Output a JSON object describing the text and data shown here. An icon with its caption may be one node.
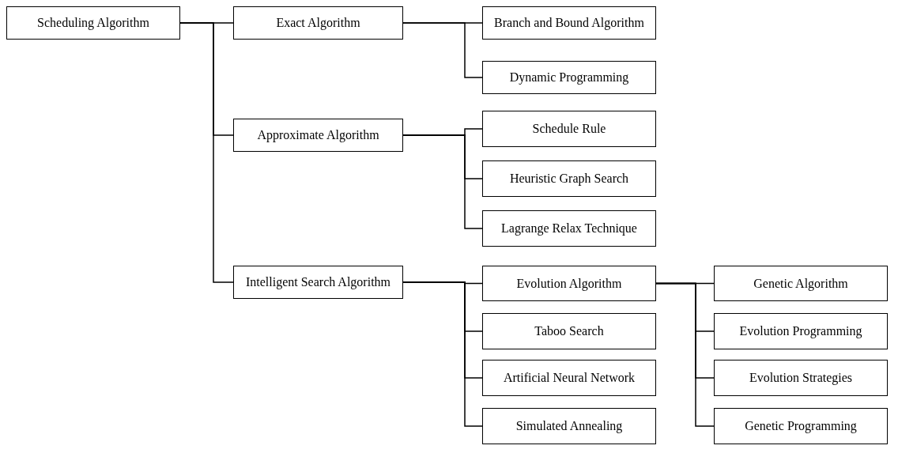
{
  "diagram": {
    "nodes": [
      {
        "text": [
          "Scheduling Algorithm"
        ]
      },
      {
        "text": [
          "Exact Algorithm"
        ]
      },
      {
        "text": [
          "Branch and Bound Algorithm"
        ]
      },
      {
        "text": [
          "Dynamic Programming"
        ]
      },
      {
        "text": [
          "Approximate Algorithm"
        ]
      },
      {
        "text": [
          "Schedule Rule"
        ]
      },
      {
        "text": [
          "Heuristic Graph Search"
        ]
      },
      {
        "text": [
          "Lagrange Relax Technique"
        ]
      },
      {
        "text": [
          "Intelligent Search Algorithm"
        ]
      },
      {
        "text": [
          "Evolution Algorithm"
        ]
      },
      {
        "text": [
          "Taboo Search"
        ]
      },
      {
        "text": [
          "Artificial Neural Network"
        ]
      },
      {
        "text": [
          "Simulated Annealing"
        ]
      },
      {
        "text": [
          "Genetic Algorithm"
        ]
      },
      {
        "text": [
          "Evolution Programming"
        ]
      },
      {
        "text": [
          "Evolution Strategies"
        ]
      },
      {
        "text": [
          "Genetic Programming"
        ]
      }
    ],
    "edges": [
      {
        "from": 0,
        "to": 1,
        "arrow": "none"
      },
      {
        "from": 0,
        "to": 4,
        "arrow": "none"
      },
      {
        "from": 0,
        "to": 8,
        "arrow": "none"
      },
      {
        "from": 1,
        "to": 2,
        "arrow": "none"
      },
      {
        "from": 1,
        "to": 3,
        "arrow": "none"
      },
      {
        "from": 4,
        "to": 5,
        "arrow": "none"
      },
      {
        "from": 4,
        "to": 6,
        "arrow": "none"
      },
      {
        "from": 4,
        "to": 7,
        "arrow": "none"
      },
      {
        "from": 8,
        "to": 9,
        "arrow": "none"
      },
      {
        "from": 8,
        "to": 10,
        "arrow": "none"
      },
      {
        "from": 8,
        "to": 11,
        "arrow": "none"
      },
      {
        "from": 8,
        "to": 12,
        "arrow": "none"
      },
      {
        "from": 9,
        "to": 13,
        "arrow": "none"
      },
      {
        "from": 9,
        "to": 14,
        "arrow": "none"
      },
      {
        "from": 9,
        "to": 15,
        "arrow": "none"
      },
      {
        "from": 9,
        "to": 16,
        "arrow": "none"
      }
    ]
  }
}
